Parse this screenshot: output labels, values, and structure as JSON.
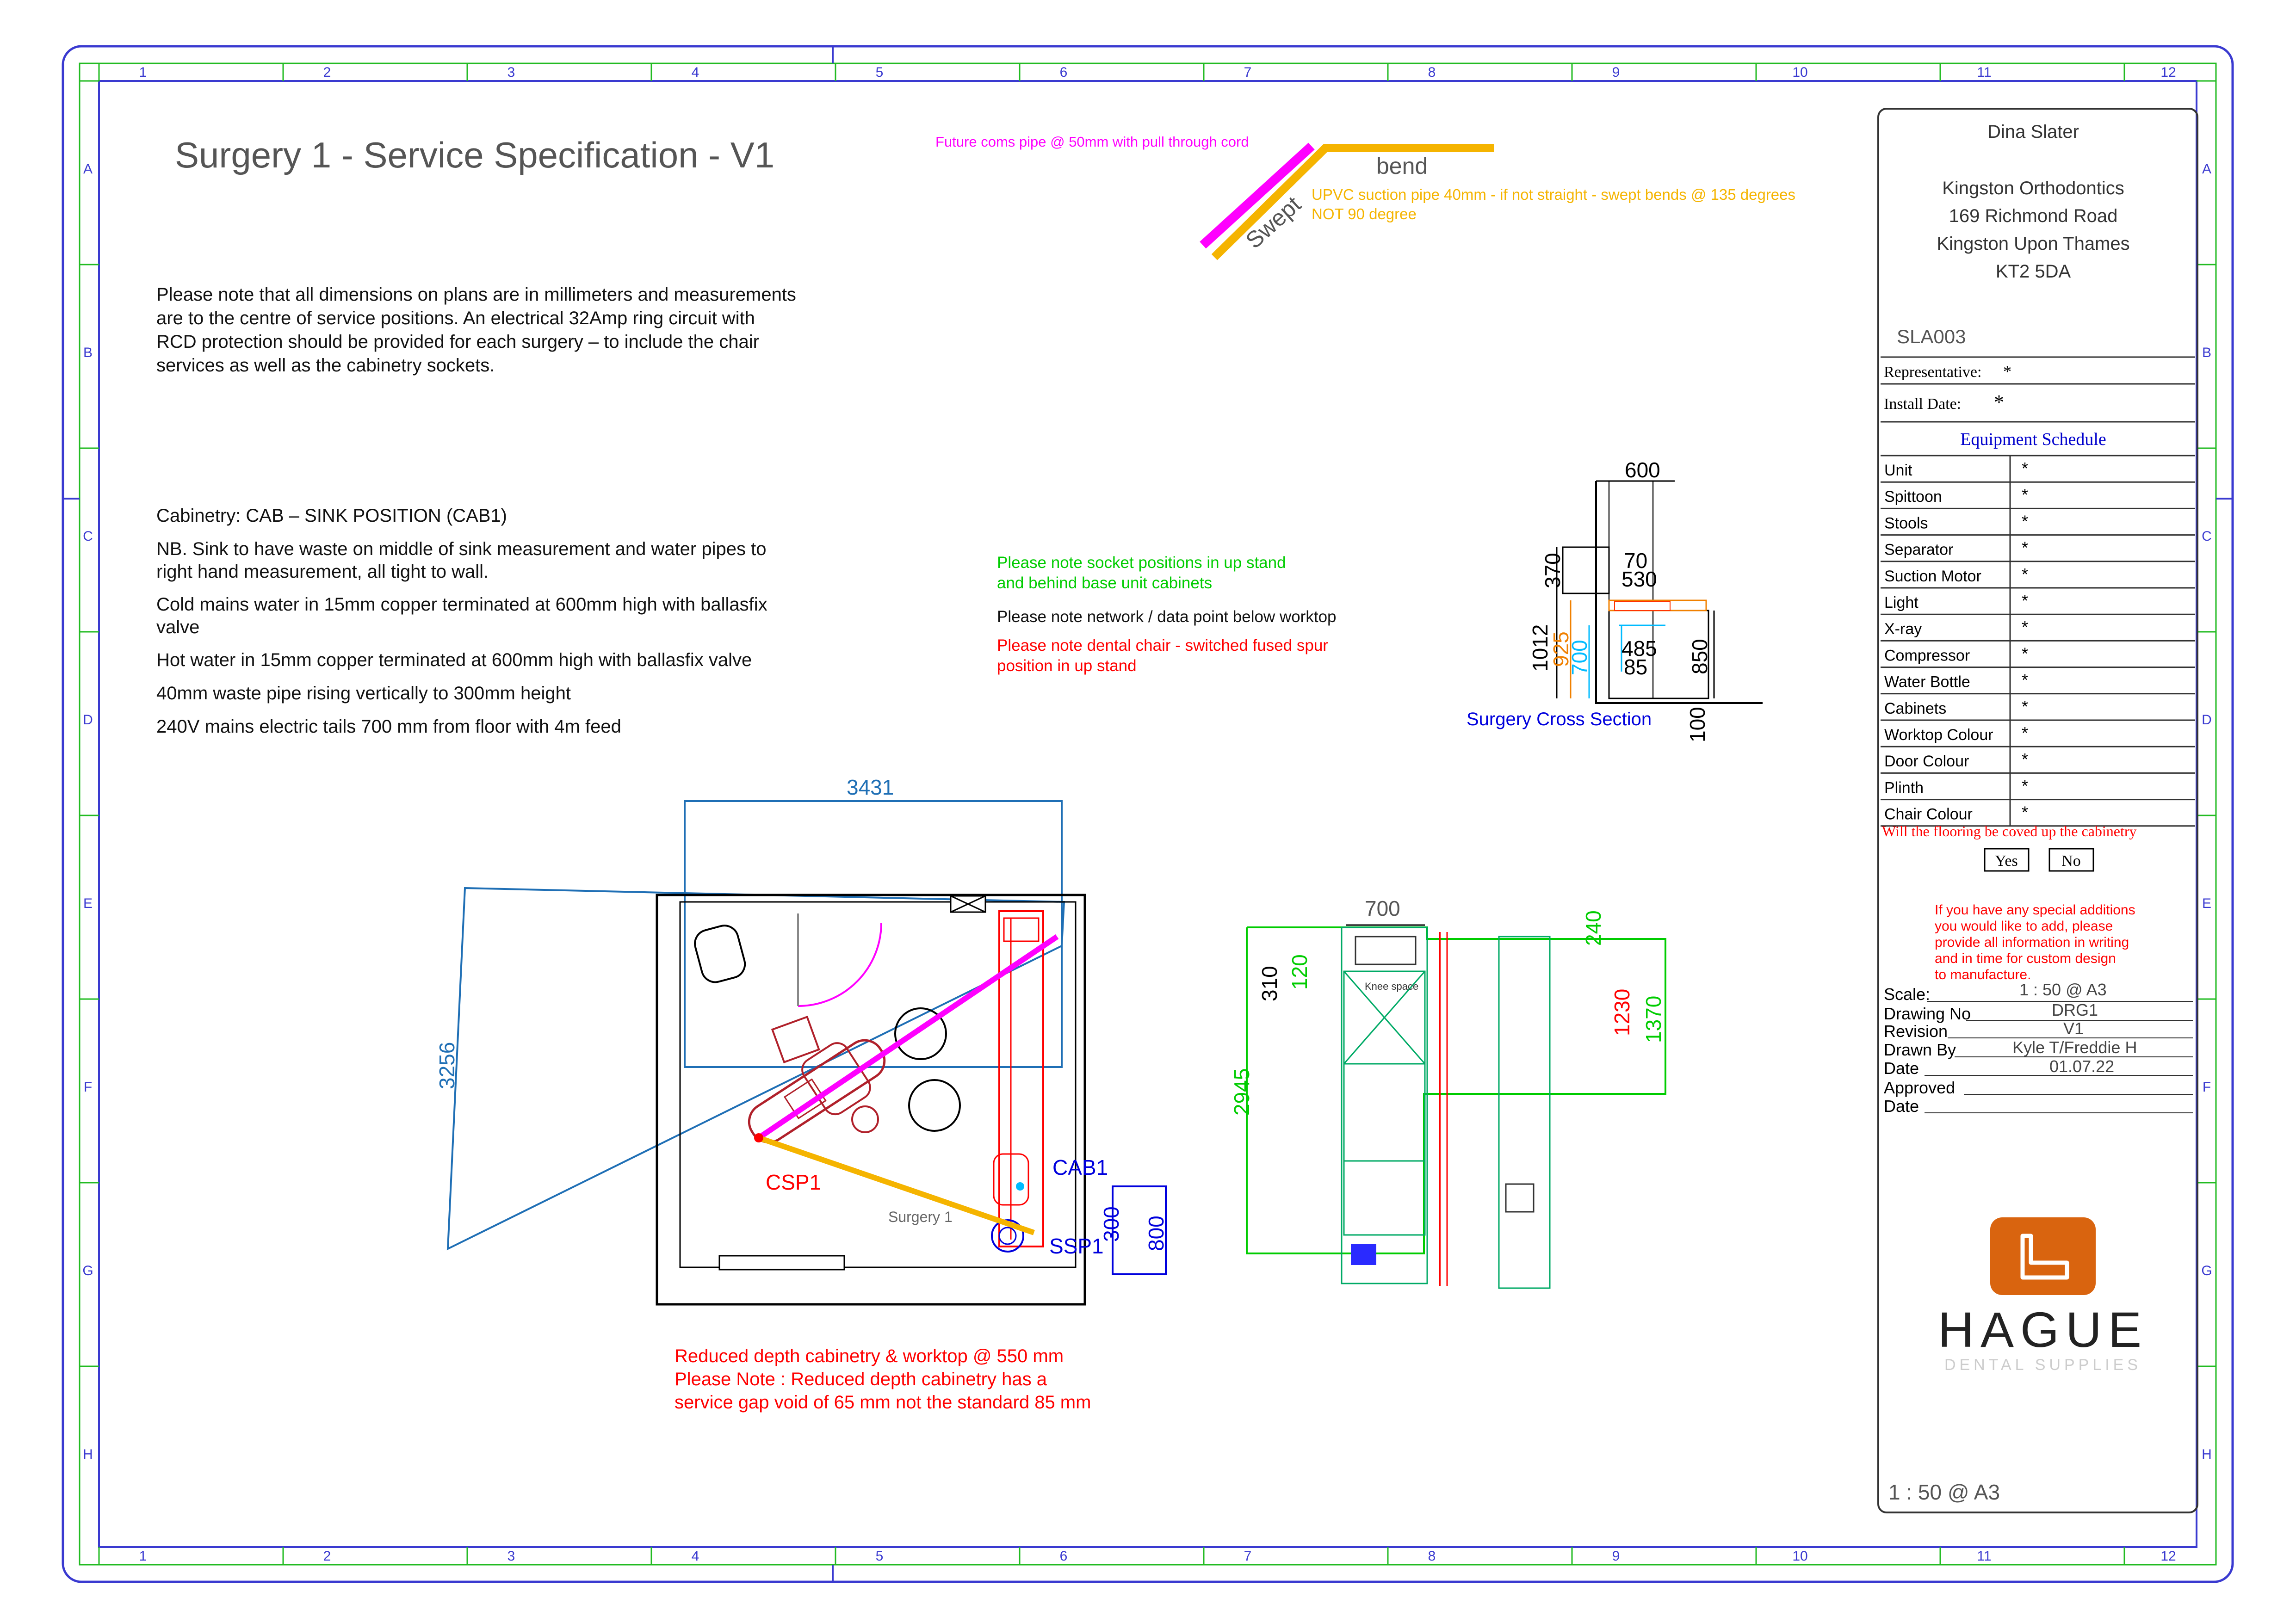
{
  "title": "Surgery 1 - Service Specification - V1",
  "grid": {
    "cols": [
      "1",
      "2",
      "3",
      "4",
      "5",
      "6",
      "7",
      "8",
      "9",
      "10",
      "11",
      "12"
    ],
    "rows": [
      "A",
      "B",
      "C",
      "D",
      "E",
      "F",
      "G",
      "H"
    ]
  },
  "intro": {
    "lines": [
      "Please note that all dimensions on plans are in millimeters and measurements",
      "are to the centre of service positions.  An electrical 32Amp ring circuit with",
      "RCD protection should be provided for each surgery – to include the chair",
      "services as well as the cabinetry sockets."
    ]
  },
  "cabinetry": {
    "lines": [
      "Cabinetry:  CAB – SINK POSITION (CAB1)",
      "NB. Sink to have waste on middle of sink measurement and water pipes to",
      "right hand  measurement, all tight to wall.",
      "Cold mains water in 15mm copper terminated at 600mm high with ballasfix",
      "valve",
      "Hot water in 15mm copper terminated at 600mm high with ballasfix valve",
      "40mm waste pipe rising vertically to 300mm height",
      "240V mains electric tails 700 mm from floor with 4m feed"
    ]
  },
  "legend": {
    "coms_pipe": "Future coms pipe @ 50mm with pull through cord",
    "bend": "bend",
    "swept": "Swept",
    "suction_line1": "UPVC suction pipe 40mm - if not straight - swept bends @ 135 degrees",
    "suction_line2": "NOT 90 degree"
  },
  "notes": {
    "socket_line1": "Please note socket positions in up stand",
    "socket_line2": "and behind base unit cabinets",
    "network": "Please note network / data point below worktop",
    "chair_line1": "Please note dental chair - switched fused spur",
    "chair_line2": "position in up stand"
  },
  "cross_section": {
    "title": "Surgery Cross Section",
    "dims": {
      "d600": "600",
      "d370": "370",
      "d70": "70",
      "d530": "530",
      "d1012": "1012",
      "d925": "925",
      "d700": "700",
      "d485": "485",
      "d85": "85",
      "d850": "850",
      "d100": "100"
    }
  },
  "plan": {
    "dim_width": "3431",
    "dim_height": "3256",
    "csp": "CSP1",
    "cab": "CAB1",
    "ssp": "SSP1",
    "room_label": "Surgery 1",
    "d300": "300",
    "d800": "800"
  },
  "plan2": {
    "d700": "700",
    "d240": "240",
    "d310": "310",
    "d120": "120",
    "d1230": "1230",
    "d1370": "1370",
    "d2945": "2945",
    "knee": "Knee space"
  },
  "reduced": {
    "line1": "Reduced depth cabinetry & worktop @ 550 mm",
    "line2": "Please Note : Reduced depth cabinetry has a",
    "line3": "service gap void of 65 mm not the standard 85 mm"
  },
  "titleblock": {
    "client": "Dina Slater",
    "addr1": "Kingston Orthodontics",
    "addr2": "169 Richmond Road",
    "addr3": "Kingston Upon Thames",
    "addr4": "KT2 5DA",
    "ref": "SLA003",
    "representative_label": "Representative:",
    "representative_value": "*",
    "install_label": "Install Date:",
    "install_value": "*",
    "schedule_title": "Equipment Schedule",
    "schedule": [
      {
        "label": "Unit",
        "value": "*"
      },
      {
        "label": "Spittoon",
        "value": "*"
      },
      {
        "label": "Stools",
        "value": "*"
      },
      {
        "label": "Separator",
        "value": "*"
      },
      {
        "label": "Suction Motor",
        "value": "*"
      },
      {
        "label": "Light",
        "value": "*"
      },
      {
        "label": "X-ray",
        "value": "*"
      },
      {
        "label": "Compressor",
        "value": "*"
      },
      {
        "label": "Water Bottle",
        "value": "*"
      },
      {
        "label": "Cabinets",
        "value": "*"
      },
      {
        "label": "Worktop Colour",
        "value": "*"
      },
      {
        "label": "Door Colour",
        "value": "*"
      },
      {
        "label": "Plinth",
        "value": "*"
      },
      {
        "label": "Chair Colour",
        "value": "*"
      }
    ],
    "flooring_q": "Will the flooring be coved up the cabinetry",
    "yes": "Yes",
    "no": "No",
    "special1": "If you have any special additions",
    "special2": "you would like to add, please",
    "special3": "provide all information in writing",
    "special4": "and in time for custom design",
    "special5": "to manufacture.",
    "scale_label": "Scale:",
    "scale_value": "1 : 50 @ A3",
    "drawing_label": "Drawing No",
    "drawing_value": "DRG1",
    "revision_label": "Revision",
    "revision_value": "V1",
    "drawn_label": "Drawn By",
    "drawn_value": "Kyle T/Freddie H",
    "date_label": "Date",
    "date_value": "01.07.22",
    "approved_label": "Approved",
    "date2_label": "Date",
    "brand": "HAGUE",
    "brand_sub": "DENTAL SUPPLIES",
    "footer_scale": "1 : 50 @ A3"
  },
  "colors": {
    "frame_blue": "#3a3ad0",
    "grid_green": "#22bb22",
    "magenta": "#ff00ff",
    "amber": "#f5b400",
    "red": "#ff0000",
    "green": "#00cc00",
    "blue": "#0000dd",
    "steel": "#1f6fb5",
    "orange_logo": "#d9640f"
  }
}
